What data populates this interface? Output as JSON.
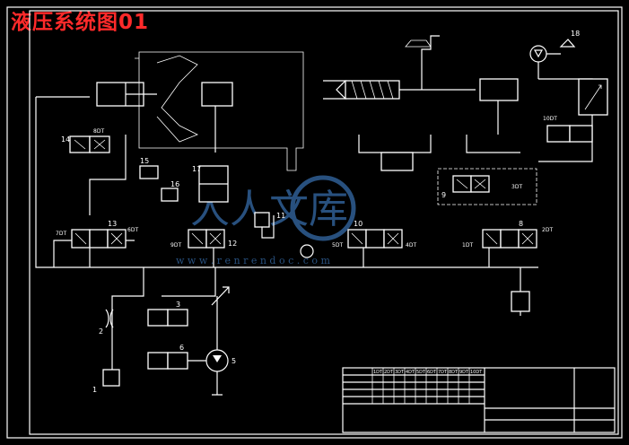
{
  "title": "液压系统图01",
  "colors": {
    "background": "#000000",
    "title": "#ff2a2a",
    "lines": "#ffffff",
    "watermark": "#2f5f95"
  },
  "labels": {
    "c1": "1",
    "c2": "2",
    "c3": "3",
    "c5": "5",
    "c6": "6",
    "c8": "8",
    "c9": "9",
    "c10": "10",
    "c11": "11",
    "c12": "12",
    "c13": "13",
    "c14": "14",
    "c15": "15",
    "c16": "16",
    "c17": "17",
    "c18": "18",
    "c10dt": "10DT",
    "sol_8dt": "8DT",
    "sol_6dt": "6DT",
    "sol_7dt": "7DT",
    "sol_9dt": "9DT",
    "sol_5dt": "5DT",
    "sol_4dt": "4DT",
    "sol_3dt": "3DT",
    "sol_1dt": "1DT",
    "sol_2dt": "2DT"
  },
  "watermark": {
    "cjk": "人人文库",
    "url": "w w w . r e n r e n d o c . c o m"
  },
  "title_block": {
    "headers": [
      "",
      "1DT",
      "2DT",
      "3DT",
      "4DT",
      "5DT",
      "6DT",
      "7DT",
      "8DT",
      "9DT",
      "10DT"
    ]
  }
}
